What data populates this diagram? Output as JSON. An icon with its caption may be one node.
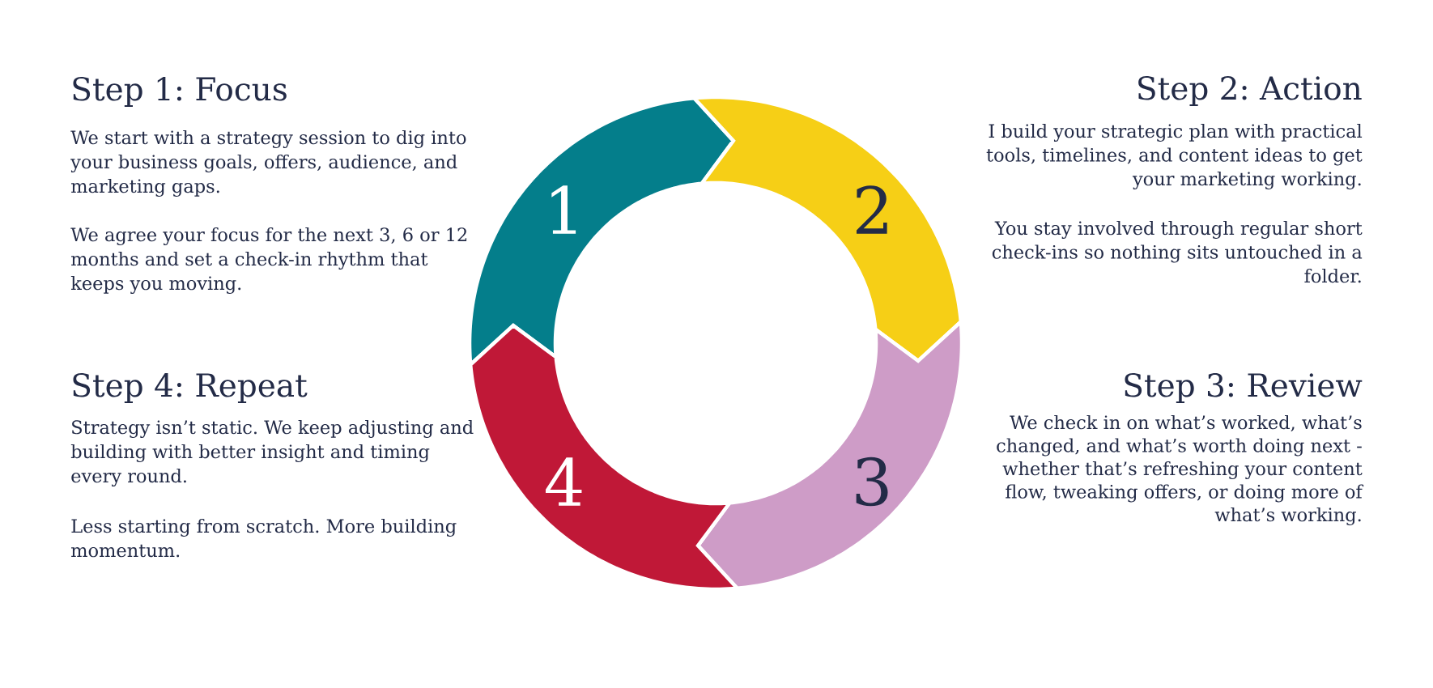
{
  "diagram": {
    "nodes": [
      {
        "text": [
          "1"
        ],
        "beside": [
          "Step 1: Focus",
          "We start with a strategy session to dig into your business goals, offers, audience, and marketing gaps.",
          "We agree your focus for the next 3, 6 or 12 months and set a check-in rhythm that keeps you moving."
        ]
      },
      {
        "text": [
          "2"
        ],
        "beside": [
          "Step 2: Action",
          "I build your strategic plan with practical tools, timelines, and content ideas to get your marketing working.",
          "You stay involved through regular short check-ins so nothing sits untouched in a folder."
        ]
      },
      {
        "text": [
          "3"
        ],
        "beside": [
          "Step 3: Review",
          "We check in on what’s worked, what’s changed, and what’s worth doing next - whether that’s refreshing your content flow, tweaking offers, or doing more of what’s working."
        ]
      },
      {
        "text": [
          "4"
        ],
        "beside": [
          "Step 4: Repeat",
          "Strategy isn’t static. We keep adjusting and building with better insight and timing every round.",
          "Less starting from scratch. More building momentum."
        ]
      }
    ]
  }
}
